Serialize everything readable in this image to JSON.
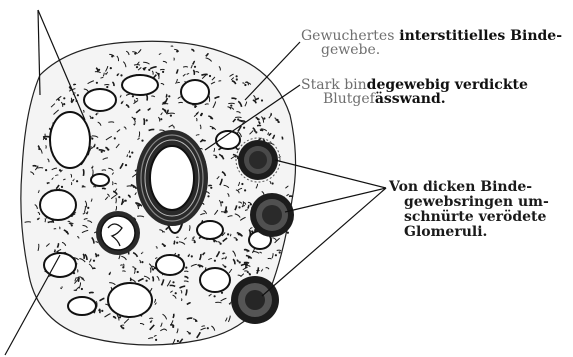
{
  "labels": {
    "interstitial": {
      "light": "Gewuchertes",
      "bold": " interstitielles Binde-",
      "line2": "gewebe."
    },
    "vessel_wall": {
      "light": "Stark bin",
      "bold": "degewebig verdickte",
      "line2_light": "Blutgef",
      "line2_bold": "ässwand."
    },
    "glomeruli": {
      "line1": "Von dicken Binde-",
      "line2": "gewebsringen um-",
      "line3": "schnürte verödete",
      "line4": "Glomeruli."
    }
  },
  "colors": {
    "ink": "#1a1a1a",
    "faded_ink": "#6f6f6f",
    "background": "#ffffff"
  }
}
